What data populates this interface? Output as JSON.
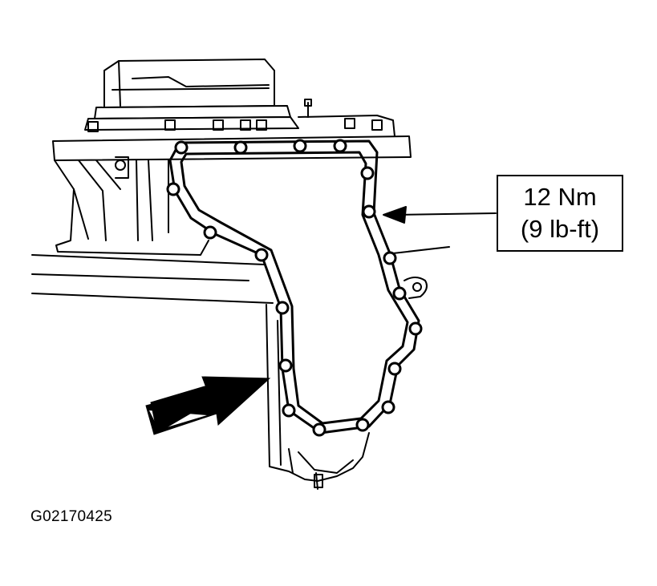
{
  "callout": {
    "torque_metric": "12 Nm",
    "torque_imperial": "(9 lb-ft)"
  },
  "figure_id": "G02170425",
  "colors": {
    "ink": "#000000",
    "paper": "#ffffff"
  },
  "icons": {
    "pointer_arrow": "bold-right-arrow-icon",
    "callout_arrow": "leader-arrow-icon"
  }
}
